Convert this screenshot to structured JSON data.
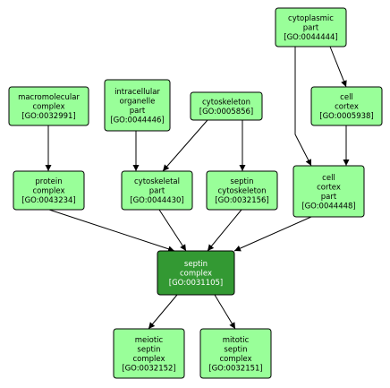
{
  "colors": {
    "node_fill": "#99ff99",
    "highlight_fill": "#339933",
    "node_text": "#000000",
    "highlight_text": "#ffffff",
    "edge": "#000000"
  },
  "nodes": [
    {
      "id": "cytoplasmic-part",
      "lines": [
        "cytoplasmic",
        "part",
        "[GO:0044444]"
      ]
    },
    {
      "id": "cell-cortex",
      "lines": [
        "cell",
        "cortex",
        "[GO:0005938]"
      ]
    },
    {
      "id": "macromolecular-complex",
      "lines": [
        "macromolecular",
        "complex",
        "[GO:0032991]"
      ]
    },
    {
      "id": "intracellular-organelle-part",
      "lines": [
        "intracellular",
        "organelle",
        "part",
        "[GO:0044446]"
      ]
    },
    {
      "id": "cytoskeleton",
      "lines": [
        "cytoskeleton",
        "[GO:0005856]"
      ]
    },
    {
      "id": "protein-complex",
      "lines": [
        "protein",
        "complex",
        "[GO:0043234]"
      ]
    },
    {
      "id": "cytoskeletal-part",
      "lines": [
        "cytoskeletal",
        "part",
        "[GO:0044430]"
      ]
    },
    {
      "id": "septin-cytoskeleton",
      "lines": [
        "septin",
        "cytoskeleton",
        "[GO:0032156]"
      ]
    },
    {
      "id": "cell-cortex-part",
      "lines": [
        "cell",
        "cortex",
        "part",
        "[GO:0044448]"
      ]
    },
    {
      "id": "septin-complex",
      "highlight": true,
      "lines": [
        "septin",
        "complex",
        "[GO:0031105]"
      ]
    },
    {
      "id": "meiotic-septin-complex",
      "lines": [
        "meiotic",
        "septin",
        "complex",
        "[GO:0032152]"
      ]
    },
    {
      "id": "mitotic-septin-complex",
      "lines": [
        "mitotic",
        "septin",
        "complex",
        "[GO:0032151]"
      ]
    }
  ],
  "edges": [
    {
      "from": "cytoplasmic-part",
      "to": "cell-cortex"
    },
    {
      "from": "cytoplasmic-part",
      "to": "cell-cortex-part"
    },
    {
      "from": "cell-cortex",
      "to": "cell-cortex-part"
    },
    {
      "from": "macromolecular-complex",
      "to": "protein-complex"
    },
    {
      "from": "intracellular-organelle-part",
      "to": "cytoskeletal-part"
    },
    {
      "from": "cytoskeleton",
      "to": "cytoskeletal-part"
    },
    {
      "from": "cytoskeleton",
      "to": "septin-cytoskeleton"
    },
    {
      "from": "protein-complex",
      "to": "septin-complex"
    },
    {
      "from": "cytoskeletal-part",
      "to": "septin-complex"
    },
    {
      "from": "septin-cytoskeleton",
      "to": "septin-complex"
    },
    {
      "from": "cell-cortex-part",
      "to": "septin-complex"
    },
    {
      "from": "septin-complex",
      "to": "meiotic-septin-complex"
    },
    {
      "from": "septin-complex",
      "to": "mitotic-septin-complex"
    }
  ]
}
